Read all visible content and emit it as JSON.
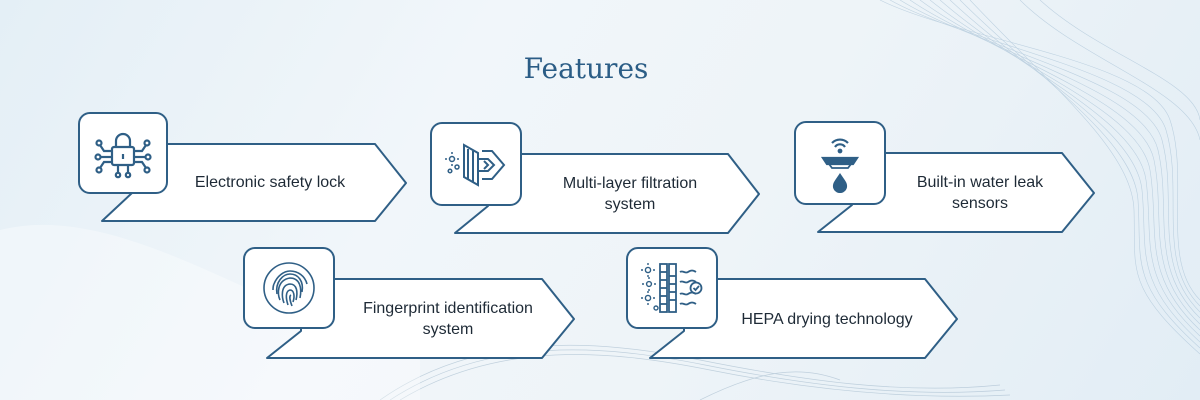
{
  "title": "Features",
  "features": [
    {
      "label": "Electronic safety lock",
      "icon": "circuit-lock-icon"
    },
    {
      "label": "Multi-layer filtration system",
      "icon": "filtration-icon"
    },
    {
      "label": "Built-in water leak sensors",
      "icon": "water-leak-sensor-icon"
    },
    {
      "label": "Fingerprint identification system",
      "icon": "fingerprint-icon"
    },
    {
      "label": "HEPA drying technology",
      "icon": "hepa-drying-icon"
    }
  ],
  "colors": {
    "accent": "#2f5f86",
    "title": "#2b5d86",
    "text": "#1e2a36"
  }
}
